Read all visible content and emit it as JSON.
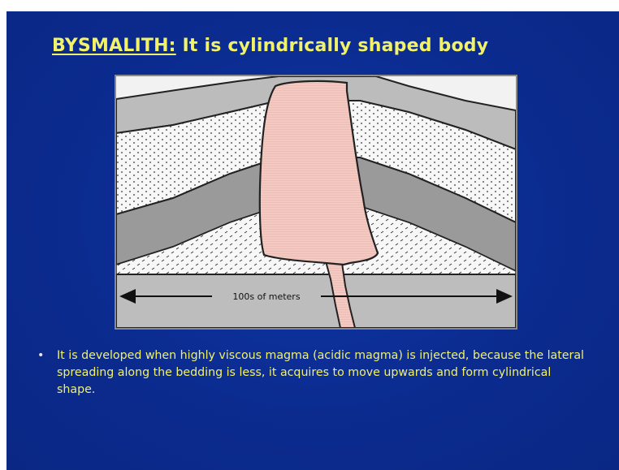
{
  "slide": {
    "title_term": "BYSMALITH:",
    "title_rest": " It is cylindrically shaped body"
  },
  "diagram": {
    "scale_label": "100s of meters",
    "colors": {
      "sky": "#f2f2f2",
      "gray_layer": "#bcbcbc",
      "dark_layer": "#9a9a9a",
      "dotted_layer": "#f7f7f7",
      "intrusion": "#f3c9c2",
      "base": "#bdbdbd"
    }
  },
  "bullets": [
    "It is developed when highly viscous magma (acidic magma) is injected, because the lateral spreading along the bedding is less, it acquires to move upwards and form cylindrical shape."
  ]
}
